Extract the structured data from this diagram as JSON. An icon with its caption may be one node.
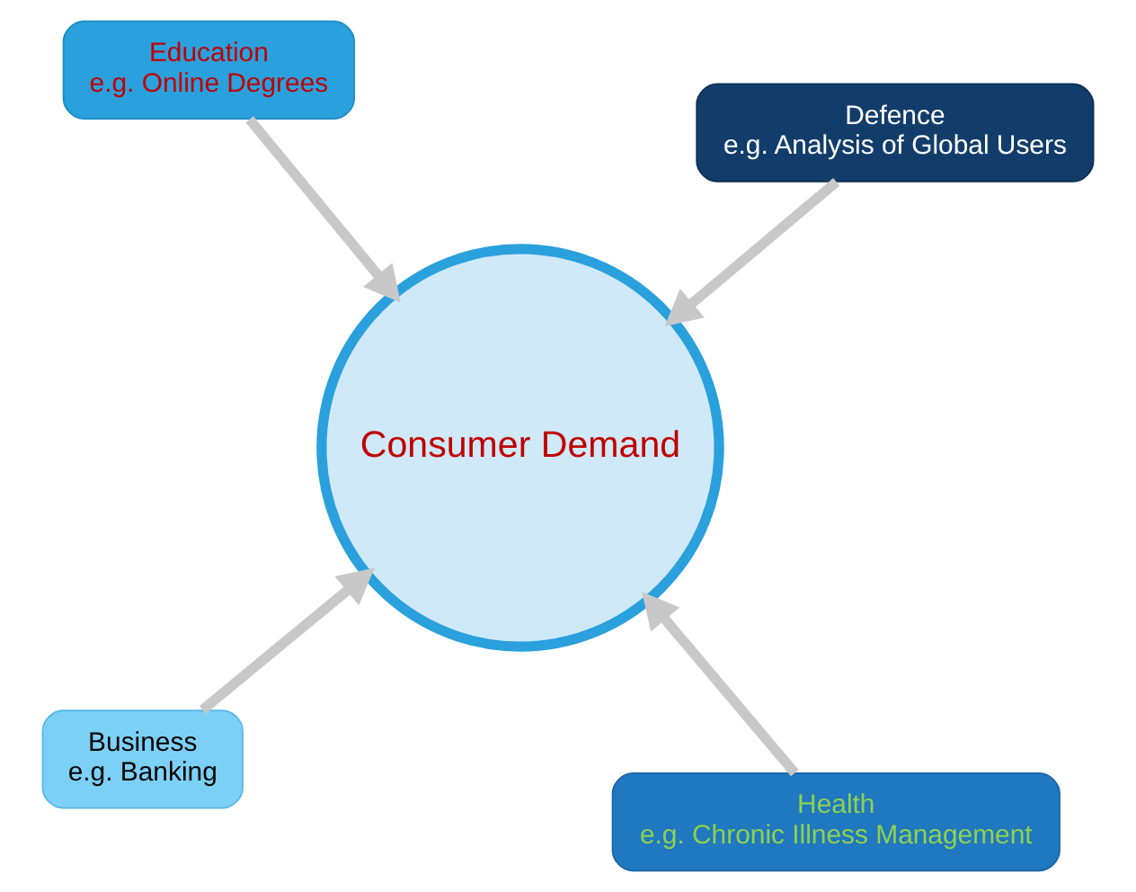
{
  "diagram": {
    "nodes": [
      {
        "text": [
          "Business",
          "e.g. Banking"
        ]
      },
      {
        "text": [
          "Health",
          "e.g. Chronic Illness Management"
        ]
      },
      {
        "text": [
          "Consumer Demand"
        ]
      },
      {
        "text": [
          "Education",
          "e.g. Online Degrees"
        ]
      },
      {
        "text": [
          "Defence",
          "e.g. Analysis of Global Users"
        ]
      }
    ],
    "edges": [
      {
        "from": 0,
        "to": 2,
        "arrow": "to"
      },
      {
        "from": 1,
        "to": 2,
        "arrow": "to"
      },
      {
        "from": 3,
        "to": 2,
        "arrow": "to"
      },
      {
        "from": 4,
        "to": 2,
        "arrow": "to"
      }
    ]
  }
}
